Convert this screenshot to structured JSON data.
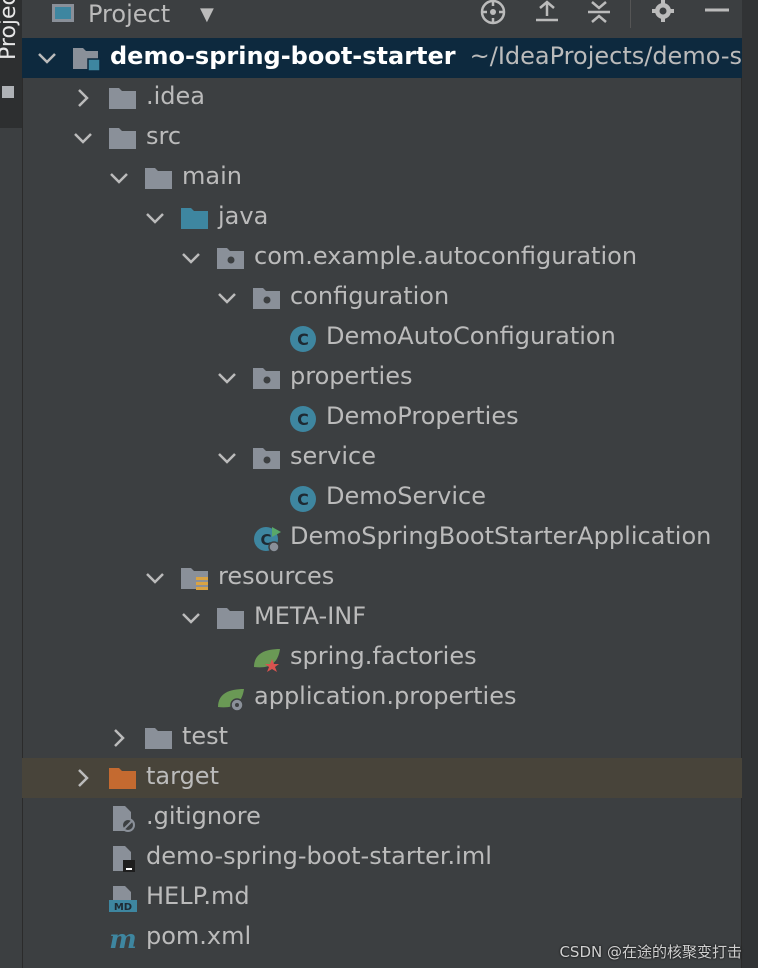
{
  "sidebar": {
    "tab_label": "Project"
  },
  "toolbar": {
    "title": "Project",
    "dropdown_icon": "triangle-down-icon",
    "buttons": [
      "locate-icon",
      "expand-all-icon",
      "collapse-all-icon",
      "gear-icon",
      "minimize-icon"
    ]
  },
  "tree": {
    "root": {
      "label": "demo-spring-boot-starter",
      "path": "~/IdeaProjects/demo-s"
    },
    "items": {
      "idea": ".idea",
      "src": "src",
      "main": "main",
      "java": "java",
      "package": "com.example.autoconfiguration",
      "configuration": "configuration",
      "demo_auto_configuration": "DemoAutoConfiguration",
      "properties": "properties",
      "demo_properties": "DemoProperties",
      "service": "service",
      "demo_service": "DemoService",
      "application_class": "DemoSpringBootStarterApplication",
      "resources": "resources",
      "meta_inf": "META-INF",
      "spring_factories": "spring.factories",
      "application_properties": "application.properties",
      "test": "test",
      "target": "target",
      "gitignore": ".gitignore",
      "iml": "demo-spring-boot-starter.iml",
      "help_md": "HELP.md",
      "pom": "pom.xml"
    }
  },
  "watermark": "CSDN @在途的核聚变打击",
  "colors": {
    "background": "#3c3f41",
    "selection": "#0d293e",
    "excluded_highlight": "#48443a",
    "folder": "#8a9099",
    "source_folder": "#3e86a0",
    "class_icon": "#3e86a0",
    "excluded_folder": "#c46a30",
    "spring_green": "#6a9955"
  }
}
